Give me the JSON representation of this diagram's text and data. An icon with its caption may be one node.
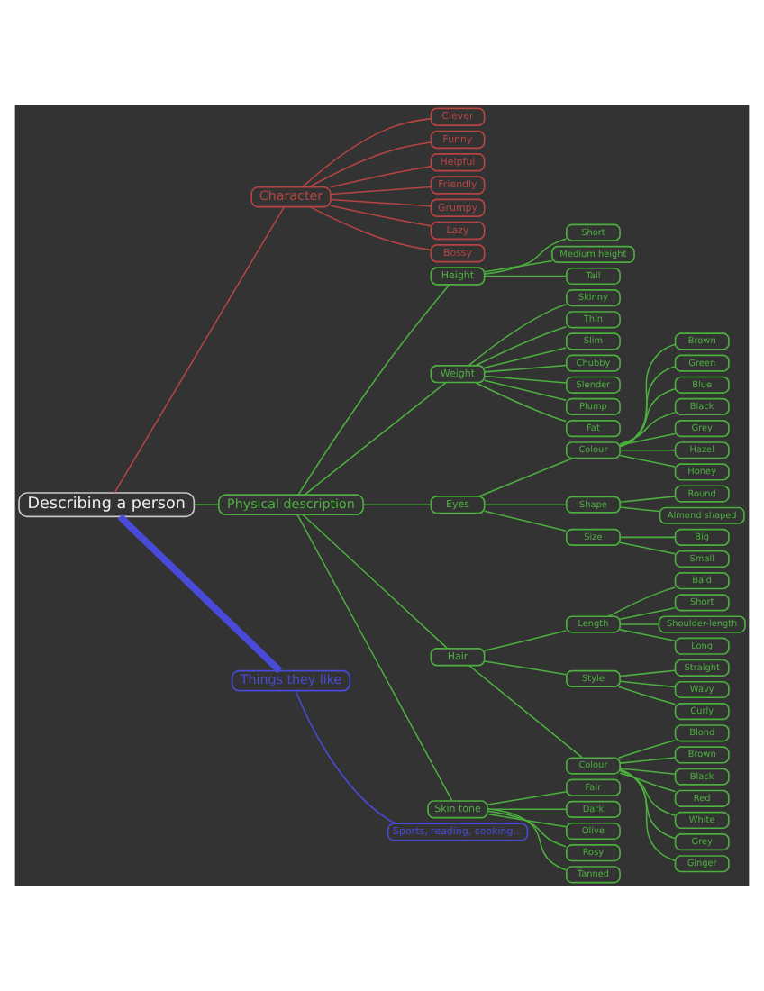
{
  "diagram": {
    "nodes": [
      {
        "text": [
          "Describing a person"
        ]
      },
      {
        "text": [
          "Character"
        ]
      },
      {
        "text": [
          "Clever"
        ]
      },
      {
        "text": [
          "Funny"
        ]
      },
      {
        "text": [
          "Helpful"
        ]
      },
      {
        "text": [
          "Friendly"
        ]
      },
      {
        "text": [
          "Grumpy"
        ]
      },
      {
        "text": [
          "Lazy"
        ]
      },
      {
        "text": [
          "Bossy"
        ]
      },
      {
        "text": [
          "Physical description"
        ]
      },
      {
        "text": [
          "Height"
        ]
      },
      {
        "text": [
          "Short"
        ]
      },
      {
        "text": [
          "Medium height"
        ]
      },
      {
        "text": [
          "Tall"
        ]
      },
      {
        "text": [
          "Weight"
        ]
      },
      {
        "text": [
          "Skinny"
        ]
      },
      {
        "text": [
          "Thin"
        ]
      },
      {
        "text": [
          "Slim"
        ]
      },
      {
        "text": [
          "Chubby"
        ]
      },
      {
        "text": [
          "Slender"
        ]
      },
      {
        "text": [
          "Plump"
        ]
      },
      {
        "text": [
          "Fat"
        ]
      },
      {
        "text": [
          "Eyes"
        ]
      },
      {
        "text": [
          "Colour"
        ]
      },
      {
        "text": [
          "Brown"
        ]
      },
      {
        "text": [
          "Green"
        ]
      },
      {
        "text": [
          "Blue"
        ]
      },
      {
        "text": [
          "Black"
        ]
      },
      {
        "text": [
          "Grey"
        ]
      },
      {
        "text": [
          "Hazel"
        ]
      },
      {
        "text": [
          "Honey"
        ]
      },
      {
        "text": [
          "Shape"
        ]
      },
      {
        "text": [
          "Round"
        ]
      },
      {
        "text": [
          "Almond shaped"
        ]
      },
      {
        "text": [
          "Size"
        ]
      },
      {
        "text": [
          "Big"
        ]
      },
      {
        "text": [
          "Small"
        ]
      },
      {
        "text": [
          "Hair"
        ]
      },
      {
        "text": [
          "Length"
        ]
      },
      {
        "text": [
          "Bald"
        ]
      },
      {
        "text": [
          "Short"
        ]
      },
      {
        "text": [
          "Shoulder-length"
        ]
      },
      {
        "text": [
          "Long"
        ]
      },
      {
        "text": [
          "Style"
        ]
      },
      {
        "text": [
          "Straight"
        ]
      },
      {
        "text": [
          "Wavy"
        ]
      },
      {
        "text": [
          "Curly"
        ]
      },
      {
        "text": [
          "Colour"
        ]
      },
      {
        "text": [
          "Blond"
        ]
      },
      {
        "text": [
          "Brown"
        ]
      },
      {
        "text": [
          "Black"
        ]
      },
      {
        "text": [
          "Red"
        ]
      },
      {
        "text": [
          "White"
        ]
      },
      {
        "text": [
          "Grey"
        ]
      },
      {
        "text": [
          "Ginger"
        ]
      },
      {
        "text": [
          "Skin tone"
        ]
      },
      {
        "text": [
          "Fair"
        ]
      },
      {
        "text": [
          "Dark"
        ]
      },
      {
        "text": [
          "Olive"
        ]
      },
      {
        "text": [
          "Rosy"
        ]
      },
      {
        "text": [
          "Tanned"
        ]
      },
      {
        "text": [
          "Things they like"
        ]
      },
      {
        "text": [
          "Sports, reading, cooking..."
        ]
      }
    ],
    "edges": [
      {
        "from": 0,
        "to": 1,
        "arrow": "none",
        "color": "#b84444"
      },
      {
        "from": 1,
        "to": 2,
        "arrow": "none",
        "color": "#b84444"
      },
      {
        "from": 1,
        "to": 3,
        "arrow": "none",
        "color": "#b84444"
      },
      {
        "from": 1,
        "to": 4,
        "arrow": "none",
        "color": "#b84444"
      },
      {
        "from": 1,
        "to": 5,
        "arrow": "none",
        "color": "#b84444"
      },
      {
        "from": 1,
        "to": 6,
        "arrow": "none",
        "color": "#b84444"
      },
      {
        "from": 1,
        "to": 7,
        "arrow": "none",
        "color": "#b84444"
      },
      {
        "from": 1,
        "to": 8,
        "arrow": "none",
        "color": "#b84444"
      },
      {
        "from": 0,
        "to": 9,
        "arrow": "none"
      },
      {
        "from": 9,
        "to": 10,
        "arrow": "none"
      },
      {
        "from": 10,
        "to": 11,
        "arrow": "none"
      },
      {
        "from": 10,
        "to": 12,
        "arrow": "none"
      },
      {
        "from": 10,
        "to": 13,
        "arrow": "none"
      },
      {
        "from": 9,
        "to": 14,
        "arrow": "none"
      },
      {
        "from": 14,
        "to": 15,
        "arrow": "none"
      },
      {
        "from": 14,
        "to": 16,
        "arrow": "none"
      },
      {
        "from": 14,
        "to": 17,
        "arrow": "none"
      },
      {
        "from": 14,
        "to": 18,
        "arrow": "none"
      },
      {
        "from": 14,
        "to": 19,
        "arrow": "none"
      },
      {
        "from": 14,
        "to": 20,
        "arrow": "none"
      },
      {
        "from": 14,
        "to": 21,
        "arrow": "none"
      },
      {
        "from": 9,
        "to": 22,
        "arrow": "none"
      },
      {
        "from": 22,
        "to": 23,
        "arrow": "none"
      },
      {
        "from": 23,
        "to": 24,
        "arrow": "none"
      },
      {
        "from": 23,
        "to": 25,
        "arrow": "none"
      },
      {
        "from": 23,
        "to": 26,
        "arrow": "none"
      },
      {
        "from": 23,
        "to": 27,
        "arrow": "none"
      },
      {
        "from": 23,
        "to": 28,
        "arrow": "none"
      },
      {
        "from": 23,
        "to": 29,
        "arrow": "none"
      },
      {
        "from": 23,
        "to": 30,
        "arrow": "none"
      },
      {
        "from": 22,
        "to": 31,
        "arrow": "none"
      },
      {
        "from": 31,
        "to": 32,
        "arrow": "none"
      },
      {
        "from": 31,
        "to": 33,
        "arrow": "none"
      },
      {
        "from": 22,
        "to": 34,
        "arrow": "none"
      },
      {
        "from": 34,
        "to": 35,
        "arrow": "none"
      },
      {
        "from": 34,
        "to": 36,
        "arrow": "none"
      },
      {
        "from": 9,
        "to": 37,
        "arrow": "none"
      },
      {
        "from": 37,
        "to": 38,
        "arrow": "none"
      },
      {
        "from": 38,
        "to": 39,
        "arrow": "none"
      },
      {
        "from": 38,
        "to": 40,
        "arrow": "none"
      },
      {
        "from": 38,
        "to": 41,
        "arrow": "none"
      },
      {
        "from": 38,
        "to": 42,
        "arrow": "none"
      },
      {
        "from": 37,
        "to": 43,
        "arrow": "none"
      },
      {
        "from": 43,
        "to": 44,
        "arrow": "none"
      },
      {
        "from": 43,
        "to": 45,
        "arrow": "none"
      },
      {
        "from": 43,
        "to": 46,
        "arrow": "none"
      },
      {
        "from": 37,
        "to": 47,
        "arrow": "none"
      },
      {
        "from": 47,
        "to": 48,
        "arrow": "none"
      },
      {
        "from": 47,
        "to": 49,
        "arrow": "none"
      },
      {
        "from": 47,
        "to": 50,
        "arrow": "none"
      },
      {
        "from": 47,
        "to": 51,
        "arrow": "none"
      },
      {
        "from": 47,
        "to": 52,
        "arrow": "none"
      },
      {
        "from": 47,
        "to": 53,
        "arrow": "none"
      },
      {
        "from": 47,
        "to": 54,
        "arrow": "none"
      },
      {
        "from": 9,
        "to": 55,
        "arrow": "none"
      },
      {
        "from": 55,
        "to": 56,
        "arrow": "none"
      },
      {
        "from": 55,
        "to": 57,
        "arrow": "none"
      },
      {
        "from": 55,
        "to": 58,
        "arrow": "none"
      },
      {
        "from": 55,
        "to": 59,
        "arrow": "none"
      },
      {
        "from": 55,
        "to": 60,
        "arrow": "none"
      },
      {
        "from": 0,
        "to": 61,
        "arrow": "none",
        "style": "thick",
        "color": "#4a4ad8"
      },
      {
        "from": 61,
        "to": 62,
        "arrow": "none",
        "color": "#4a4ad8"
      }
    ]
  }
}
